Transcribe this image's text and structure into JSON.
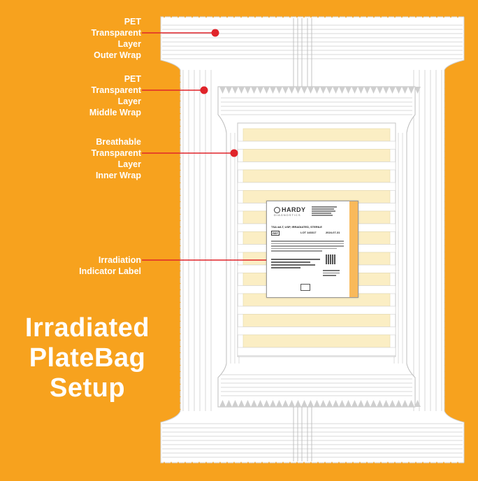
{
  "title": {
    "lines": [
      "Irradiated",
      "PlateBag",
      "Setup"
    ]
  },
  "callouts": [
    {
      "id": "outer",
      "lines": [
        "PET",
        "Transparent",
        "Layer",
        "Outer Wrap"
      ]
    },
    {
      "id": "middle",
      "lines": [
        "PET",
        "Transparent",
        "Layer",
        "Middle Wrap"
      ]
    },
    {
      "id": "inner",
      "lines": [
        "Breathable",
        "Transparent",
        "Layer",
        "Inner Wrap"
      ]
    },
    {
      "id": "label",
      "lines": [
        "Irradiation",
        "Indicator Label"
      ]
    }
  ],
  "product_label": {
    "brand": "HARDY",
    "brand_sub": "DIAGNOSTICS",
    "product": "TSA w/LT, USP, IRRADIATED, STERILE",
    "ref": "REF",
    "lot": "LOT 143317",
    "expiry": "2024-07-31"
  },
  "colors": {
    "background": "#f7a21e",
    "callout_line": "#e0242a",
    "callout_dot": "#e0242a",
    "plate": "#fbeec4",
    "label_stripe": "#f9b95a"
  }
}
